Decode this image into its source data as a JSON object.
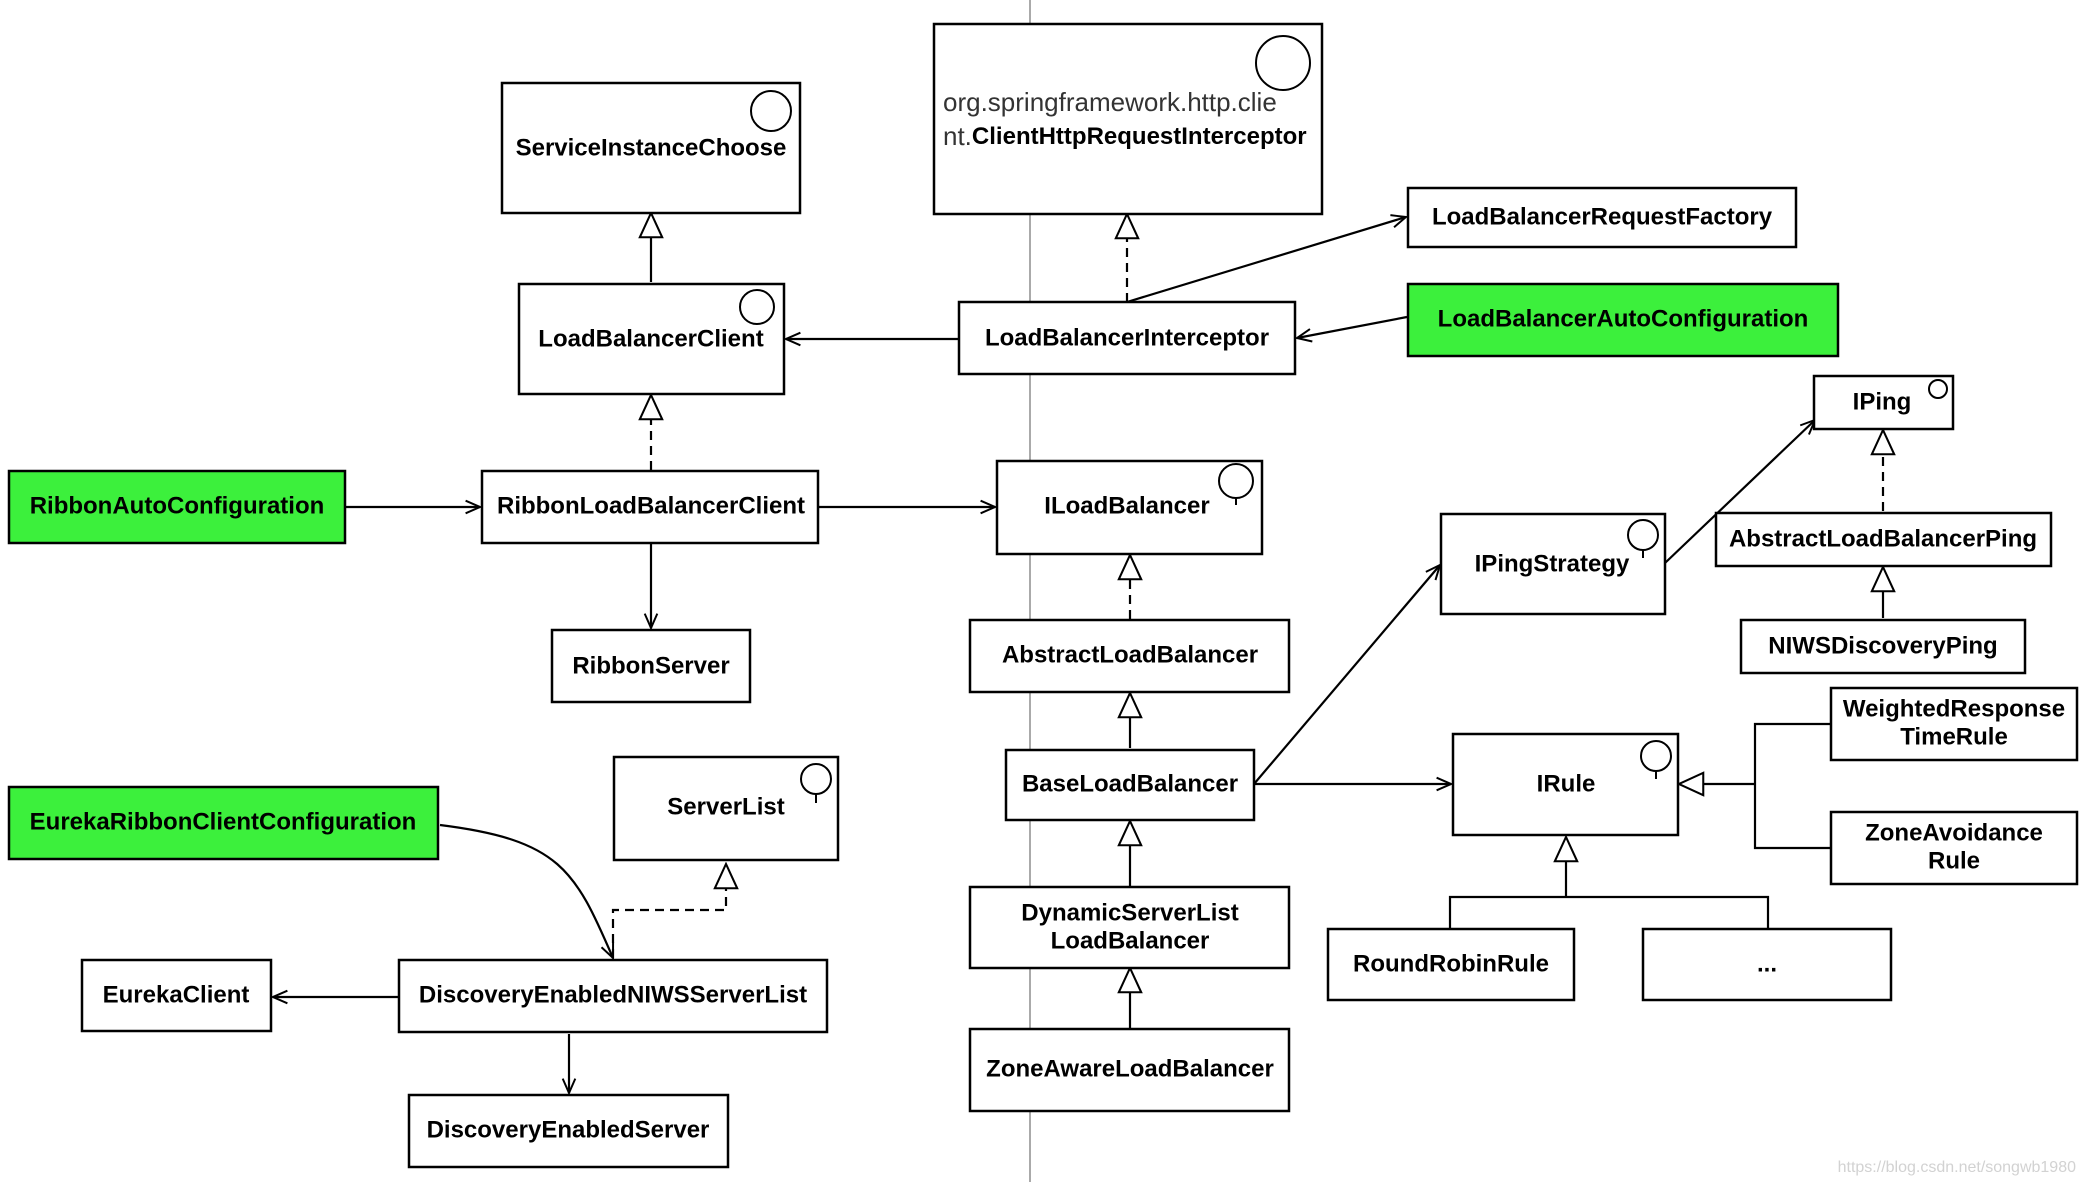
{
  "nodes": {
    "service_instance_chooser": "ServiceInstanceChoose",
    "client_http_interceptor_pkg_1": "org.springframework.http.clie",
    "client_http_interceptor_pkg_2": "nt.",
    "client_http_interceptor_name": "ClientHttpRequestInterceptor",
    "load_balancer_request_factory": "LoadBalancerRequestFactory",
    "load_balancer_client": "LoadBalancerClient",
    "load_balancer_interceptor": "LoadBalancerInterceptor",
    "load_balancer_auto_configuration": "LoadBalancerAutoConfiguration",
    "iping": "IPing",
    "ribbon_auto_configuration": "RibbonAutoConfiguration",
    "ribbon_load_balancer_client": "RibbonLoadBalancerClient",
    "iload_balancer": "ILoadBalancer",
    "abstract_load_balancer_ping": "AbstractLoadBalancerPing",
    "iping_strategy": "IPingStrategy",
    "ribbon_server": "RibbonServer",
    "abstract_load_balancer": "AbstractLoadBalancer",
    "niws_discovery_ping": "NIWSDiscoveryPing",
    "weighted_response_time_rule_1": "WeightedResponse",
    "weighted_response_time_rule_2": "TimeRule",
    "server_list": "ServerList",
    "base_load_balancer": "BaseLoadBalancer",
    "irule": "IRule",
    "eureka_ribbon_client_configuration": "EurekaRibbonClientConfiguration",
    "zone_avoidance_rule_1": "ZoneAvoidance",
    "zone_avoidance_rule_2": "Rule",
    "dynamic_server_list_lb_1": "DynamicServerList",
    "dynamic_server_list_lb_2": "LoadBalancer",
    "round_robin_rule": "RoundRobinRule",
    "ellipsis_rule": "...",
    "eureka_client": "EurekaClient",
    "discovery_enabled_niws_server_list": "DiscoveryEnabledNIWSServerList",
    "zone_aware_load_balancer": "ZoneAwareLoadBalancer",
    "discovery_enabled_server": "DiscoveryEnabledServer"
  },
  "watermark": "https://blog.csdn.net/songwb1980",
  "colors": {
    "highlight": "#3cf03c",
    "stroke": "#000000",
    "divider": "#aaaaaa"
  }
}
